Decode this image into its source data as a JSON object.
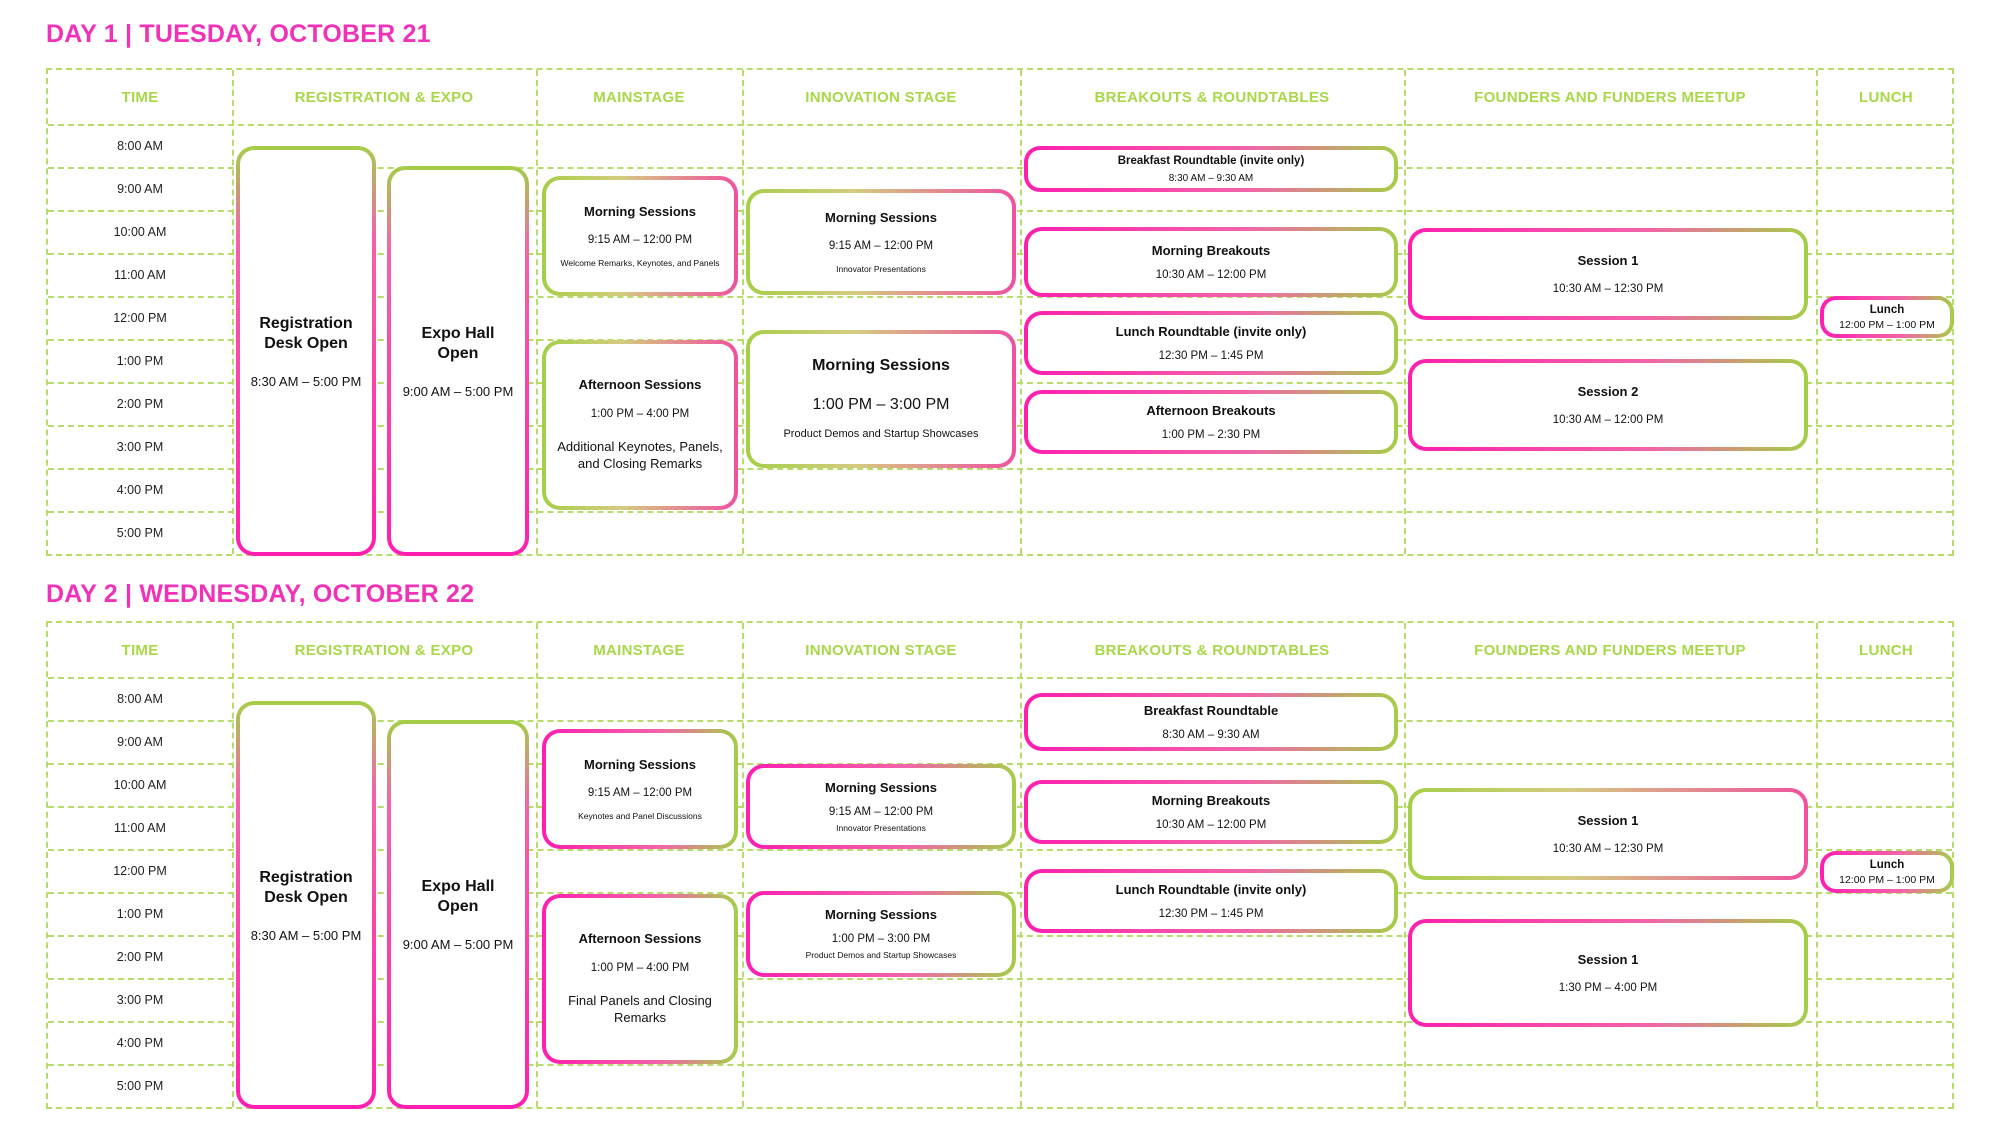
{
  "columns": {
    "time": "TIME",
    "registration": "REGISTRATION & EXPO",
    "mainstage": "MAINSTAGE",
    "innovation": "INNOVATION STAGE",
    "breakouts": "BREAKOUTS & ROUNDTABLES",
    "founders": "FOUNDERS AND FUNDERS MEETUP",
    "lunch": "LUNCH"
  },
  "times": [
    "8:00 AM",
    "9:00 AM",
    "10:00 AM",
    "11:00 AM",
    "12:00 PM",
    "1:00 PM",
    "2:00 PM",
    "3:00 PM",
    "4:00 PM",
    "5:00 PM"
  ],
  "day1": {
    "title": "DAY 1 | TUESDAY, OCTOBER 21",
    "registration": {
      "title": "Registration Desk Open",
      "time": "8:30 AM – 5:00 PM"
    },
    "expo": {
      "title": "Expo Hall Open",
      "time": "9:00 AM – 5:00 PM"
    },
    "main_morning": {
      "title": "Morning Sessions",
      "time": "9:15 AM – 12:00 PM",
      "desc": "Welcome Remarks, Keynotes, and Panels"
    },
    "main_afternoon": {
      "title": "Afternoon Sessions",
      "time": "1:00 PM – 4:00 PM",
      "desc": "Additional Keynotes, Panels, and Closing Remarks"
    },
    "innov_morning": {
      "title": "Morning Sessions",
      "time": "9:15 AM – 12:00 PM",
      "desc": "Innovator Presentations"
    },
    "innov_afternoon": {
      "title": "Morning Sessions",
      "time": "1:00 PM – 3:00 PM",
      "desc": "Product Demos and Startup Showcases"
    },
    "breakfast": {
      "title": "Breakfast Roundtable (invite only)",
      "time": "8:30 AM – 9:30 AM"
    },
    "morning_breakouts": {
      "title": "Morning Breakouts",
      "time": "10:30 AM – 12:00 PM"
    },
    "lunch_roundtable": {
      "title": "Lunch Roundtable (invite only)",
      "time": "12:30 PM – 1:45 PM"
    },
    "afternoon_breakouts": {
      "title": "Afternoon Breakouts",
      "time": "1:00 PM – 2:30 PM"
    },
    "session_a": {
      "title": "Session 1",
      "time": "10:30 AM – 12:30 PM"
    },
    "session_b": {
      "title": "Session 2",
      "time": "10:30 AM – 12:00 PM"
    },
    "lunch": {
      "title": "Lunch",
      "time": "12:00 PM – 1:00 PM"
    }
  },
  "day2": {
    "title": "DAY 2 | WEDNESDAY, OCTOBER 22",
    "registration": {
      "title": "Registration Desk Open",
      "time": "8:30 AM – 5:00 PM"
    },
    "expo": {
      "title": "Expo Hall Open",
      "time": "9:00 AM – 5:00 PM"
    },
    "main_morning": {
      "title": "Morning Sessions",
      "time": "9:15 AM – 12:00 PM",
      "desc": "Keynotes and Panel Discussions"
    },
    "main_afternoon": {
      "title": "Afternoon Sessions",
      "time": "1:00 PM – 4:00 PM",
      "desc": "Final Panels and Closing Remarks"
    },
    "innov_morning": {
      "title": "Morning Sessions",
      "time": "9:15 AM – 12:00 PM",
      "desc": "Innovator Presentations"
    },
    "innov_afternoon": {
      "title": "Morning Sessions",
      "time": "1:00 PM – 3:00 PM",
      "desc": "Product Demos and Startup Showcases"
    },
    "breakfast": {
      "title": "Breakfast Roundtable",
      "time": "8:30 AM – 9:30 AM"
    },
    "morning_breakouts": {
      "title": "Morning Breakouts",
      "time": "10:30 AM – 12:00 PM"
    },
    "lunch_roundtable": {
      "title": "Lunch Roundtable (invite only)",
      "time": "12:30 PM – 1:45 PM"
    },
    "session_a": {
      "title": "Session 1",
      "time": "10:30 AM – 12:30 PM"
    },
    "session_b": {
      "title": "Session 1",
      "time": "1:30 PM – 4:00 PM"
    },
    "lunch": {
      "title": "Lunch",
      "time": "12:00 PM – 1:00 PM"
    }
  }
}
